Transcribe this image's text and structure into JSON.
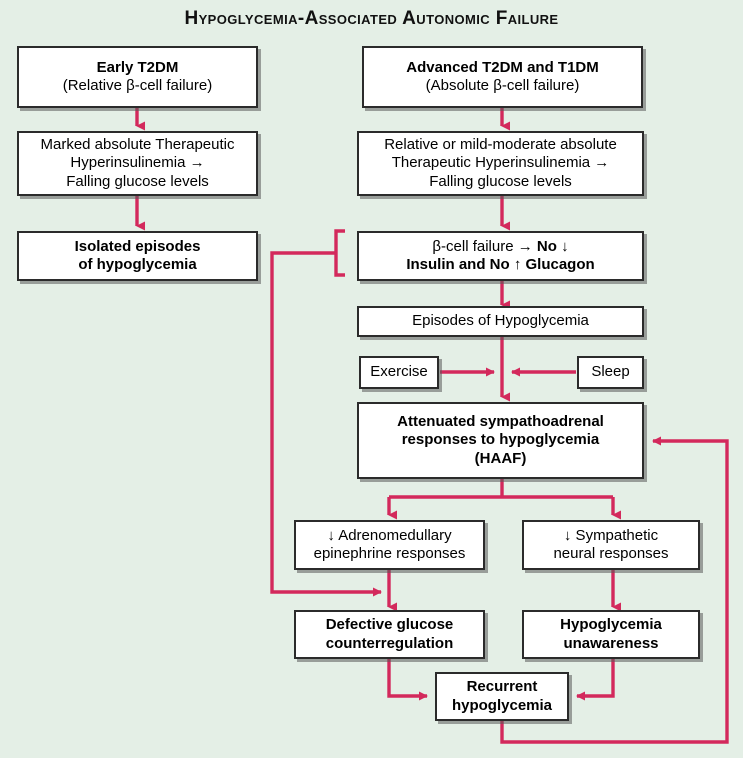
{
  "title": "Hypoglycemia-Associated Autonomic Failure",
  "colors": {
    "background": "#e4efe6",
    "arrow": "#d3295c",
    "box_border": "#2b2b2b",
    "box_fill": "#ffffff",
    "text": "#000000"
  },
  "nodes": {
    "early_t2dm": {
      "line1": "Early T2DM",
      "line2": "(Relative β-cell failure)"
    },
    "advanced_t2dm_t1dm": {
      "line1": "Advanced T2DM and T1DM",
      "line2": "(Absolute β-cell failure)"
    },
    "marked_hyperinsulinemia": {
      "line1": "Marked absolute Therapeutic",
      "line2": "Hyperinsulinemia →",
      "line3": "Falling glucose levels"
    },
    "relative_hyperinsulinemia": {
      "line1": "Relative or mild-moderate absolute",
      "line2": "Therapeutic Hyperinsulinemia →",
      "line3": "Falling glucose levels"
    },
    "isolated_episodes": {
      "line1": "Isolated episodes",
      "line2": "of hypoglycemia"
    },
    "beta_cell_failure": {
      "line1_a": "β-cell failure → ",
      "line1_b": "No ↓",
      "line2": "Insulin and No ↑ Glucagon"
    },
    "episodes_hypoglycemia": {
      "line1": "Episodes of Hypoglycemia"
    },
    "exercise": {
      "line1": "Exercise"
    },
    "sleep": {
      "line1": "Sleep"
    },
    "haaf": {
      "line1": "Attenuated sympathoadrenal",
      "line2": "responses to hypoglycemia",
      "line3": "(HAAF)"
    },
    "adrenomedullary": {
      "line1": "↓ Adrenomedullary",
      "line2": "epinephrine responses"
    },
    "sympathetic": {
      "line1": "↓ Sympathetic",
      "line2": "neural responses"
    },
    "defective_counterregulation": {
      "line1": "Defective glucose",
      "line2": "counterregulation"
    },
    "hypoglycemia_unawareness": {
      "line1": "Hypoglycemia",
      "line2": "unawareness"
    },
    "recurrent_hypoglycemia": {
      "line1": "Recurrent",
      "line2": "hypoglycemia"
    }
  },
  "edges": [
    {
      "from": "early_t2dm",
      "to": "marked_hyperinsulinemia",
      "kind": "arrow-down"
    },
    {
      "from": "marked_hyperinsulinemia",
      "to": "isolated_episodes",
      "kind": "arrow-down"
    },
    {
      "from": "advanced_t2dm_t1dm",
      "to": "relative_hyperinsulinemia",
      "kind": "arrow-down"
    },
    {
      "from": "relative_hyperinsulinemia",
      "to": "beta_cell_failure",
      "kind": "arrow-down"
    },
    {
      "from": "beta_cell_failure",
      "to": "episodes_hypoglycemia",
      "kind": "arrow-down"
    },
    {
      "from": "episodes_hypoglycemia",
      "to": "haaf",
      "kind": "arrow-down"
    },
    {
      "from": "exercise",
      "to": "haaf-junction",
      "kind": "arrow-right"
    },
    {
      "from": "sleep",
      "to": "haaf-junction",
      "kind": "arrow-left"
    },
    {
      "from": "haaf",
      "to": "adrenomedullary",
      "kind": "split-arrow-down"
    },
    {
      "from": "haaf",
      "to": "sympathetic",
      "kind": "split-arrow-down"
    },
    {
      "from": "adrenomedullary",
      "to": "defective_counterregulation",
      "kind": "arrow-down"
    },
    {
      "from": "sympathetic",
      "to": "hypoglycemia_unawareness",
      "kind": "arrow-down"
    },
    {
      "from": "defective_counterregulation",
      "to": "recurrent_hypoglycemia",
      "kind": "elbow-arrow-right"
    },
    {
      "from": "hypoglycemia_unawareness",
      "to": "recurrent_hypoglycemia",
      "kind": "elbow-arrow-left"
    },
    {
      "from": "beta_cell_failure",
      "to": "defective_counterregulation",
      "kind": "bracket-feedback-left"
    },
    {
      "from": "recurrent_hypoglycemia",
      "to": "haaf",
      "kind": "feedback-loop-right"
    }
  ]
}
